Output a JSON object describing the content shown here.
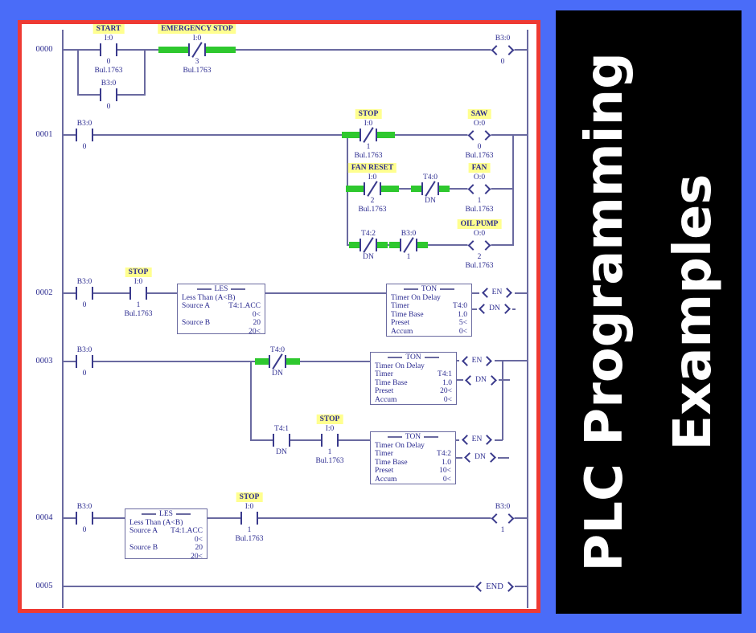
{
  "banner": {
    "line1": "PLC Programming",
    "line2": "Examples"
  },
  "labels": {
    "en": "EN",
    "dn": "DN",
    "end": "END"
  },
  "blocks": {
    "les": {
      "title": "LES",
      "desc": "Less Than (A<B)",
      "src_a_label": "Source A",
      "src_a_value": "T4:1.ACC",
      "src_a_acc": "0<",
      "src_b_label": "Source B",
      "src_b_value": "20",
      "src_b_acc": "20<"
    },
    "ton_labels": {
      "title": "TON",
      "desc": "Timer On Delay",
      "timer": "Timer",
      "time_base": "Time Base",
      "preset": "Preset",
      "accum": "Accum"
    },
    "ton0": {
      "timer": "T4:0",
      "base": "1.0",
      "preset": "5<",
      "accum": "0<"
    },
    "ton1": {
      "timer": "T4:1",
      "base": "1.0",
      "preset": "20<",
      "accum": "0<"
    },
    "ton2": {
      "timer": "T4:2",
      "base": "1.0",
      "preset": "10<",
      "accum": "0<"
    }
  },
  "rungs": {
    "r0": {
      "number": "0000",
      "start": {
        "tag": "START",
        "addr": "I:0",
        "bit": "0",
        "bul": "Bul.1763"
      },
      "seal": {
        "addr": "B3:0",
        "bit": "0"
      },
      "estop": {
        "tag": "EMERGENCY STOP",
        "addr": "I:0",
        "bit": "3",
        "bul": "Bul.1763"
      },
      "coil": {
        "addr": "B3:0",
        "bit": "0"
      }
    },
    "r1": {
      "number": "0001",
      "b3": {
        "addr": "B3:0",
        "bit": "0"
      },
      "stop": {
        "tag": "STOP",
        "addr": "I:0",
        "bit": "1",
        "bul": "Bul.1763"
      },
      "saw": {
        "tag": "SAW",
        "addr": "O:0",
        "bit": "0",
        "bul": "Bul.1763"
      },
      "fan_reset": {
        "tag": "FAN RESET",
        "addr": "I:0",
        "bit": "2",
        "bul": "Bul.1763"
      },
      "t40": {
        "addr": "T4:0",
        "bit": "DN"
      },
      "fan": {
        "tag": "FAN",
        "addr": "O:0",
        "bit": "1",
        "bul": "Bul.1763"
      },
      "t42": {
        "addr": "T4:2",
        "bit": "DN"
      },
      "b31": {
        "addr": "B3:0",
        "bit": "1"
      },
      "oil_pump": {
        "tag": "OIL PUMP",
        "addr": "O:0",
        "bit": "2",
        "bul": "Bul.1763"
      }
    },
    "r2": {
      "number": "0002",
      "b3": {
        "addr": "B3:0",
        "bit": "0"
      },
      "stop": {
        "tag": "STOP",
        "addr": "I:0",
        "bit": "1",
        "bul": "Bul.1763"
      }
    },
    "r3": {
      "number": "0003",
      "b3": {
        "addr": "B3:0",
        "bit": "0"
      },
      "t40": {
        "addr": "T4:0",
        "bit": "DN"
      },
      "t41": {
        "addr": "T4:1",
        "bit": "DN"
      },
      "stop": {
        "tag": "STOP",
        "addr": "I:0",
        "bit": "1",
        "bul": "Bul.1763"
      }
    },
    "r4": {
      "number": "0004",
      "b3": {
        "addr": "B3:0",
        "bit": "0"
      },
      "stop": {
        "tag": "STOP",
        "addr": "I:0",
        "bit": "1",
        "bul": "Bul.1763"
      },
      "coil": {
        "addr": "B3:0",
        "bit": "1"
      }
    },
    "r5": {
      "number": "0005"
    }
  }
}
